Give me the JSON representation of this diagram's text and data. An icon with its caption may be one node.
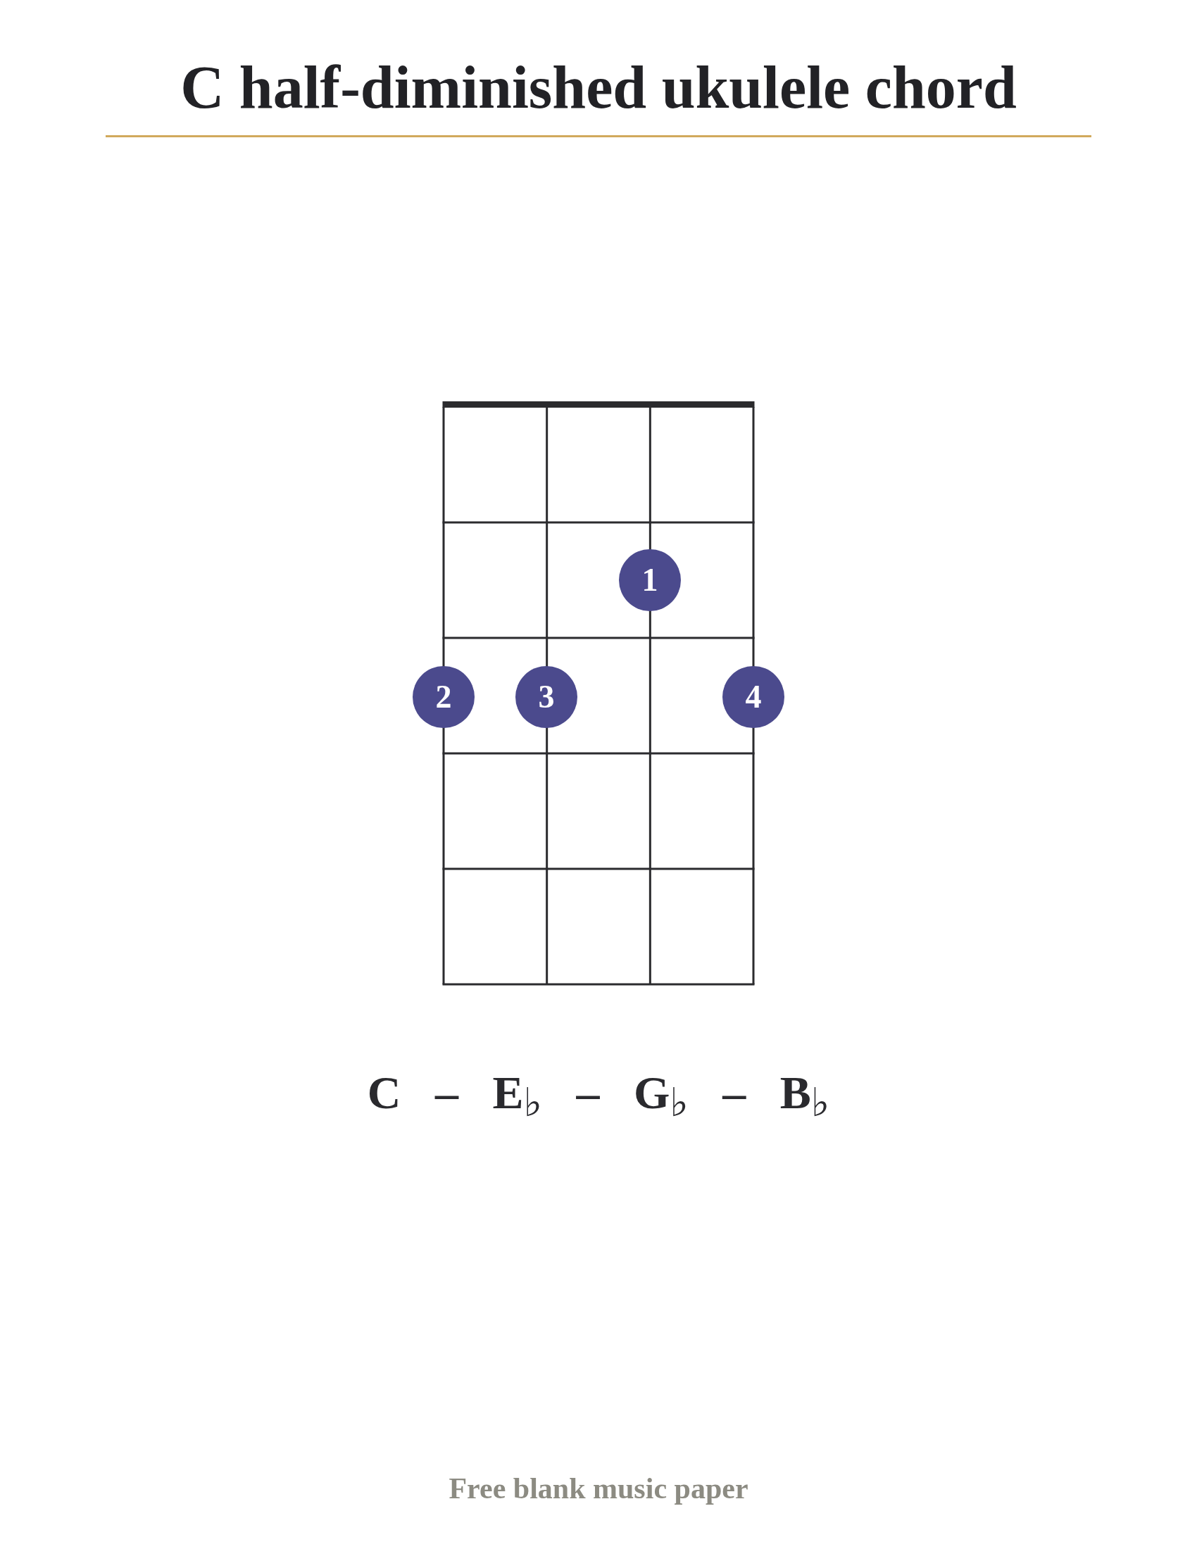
{
  "diagram": {
    "title": "C half-diminished ukulele chord",
    "nodes": [
      {
        "text": [
          "1"
        ]
      },
      {
        "text": [
          "2"
        ]
      },
      {
        "text": [
          "3"
        ]
      },
      {
        "text": [
          "4"
        ]
      }
    ],
    "labels": [
      "C – E$_{♭}$ – G$_{♭}$ – B$_{♭}$",
      "Free blank music paper"
    ]
  }
}
